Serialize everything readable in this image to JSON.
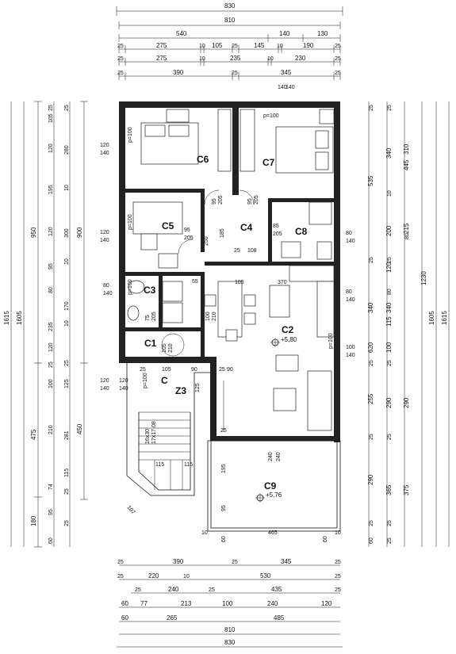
{
  "rooms": {
    "c6": "C6",
    "c7": "C7",
    "c5": "C5",
    "c4": "C4",
    "c8": "C8",
    "c3": "C3",
    "c2": "C2",
    "c1": "C1",
    "c": "C",
    "z3": "Z3",
    "c9": "C9"
  },
  "elevations": {
    "c2": "+5,80",
    "c9": "+5,76"
  },
  "stairs": {
    "spec": "16x30",
    "spec2": "17x17.08"
  },
  "dims_top": {
    "row1": {
      "total": "830"
    },
    "row2": {
      "a": "810"
    },
    "row3": {
      "a": "540",
      "b": "140",
      "c": "130"
    },
    "row4": {
      "a": "25",
      "b": "275",
      "c": "10",
      "d": "105",
      "e": "25",
      "f": "145",
      "g": "10",
      "h": "190",
      "i": "25"
    },
    "row5": {
      "a": "25",
      "b": "275",
      "c": "10",
      "d": "235",
      "e": "10",
      "f": "230",
      "g": "25"
    },
    "row6": {
      "a": "25",
      "b": "390",
      "c": "25",
      "d": "345",
      "e": "25"
    }
  },
  "dims_bottom": {
    "row1": {
      "a": "25",
      "b": "390",
      "c": "25",
      "d": "345",
      "e": "25"
    },
    "row2": {
      "a": "25",
      "b": "220",
      "c": "10",
      "d": "530",
      "e": "25"
    },
    "row3": {
      "a": "25",
      "b": "240",
      "c": "25",
      "d": "435",
      "e": "25"
    },
    "row4": {
      "a": "60",
      "b": "77",
      "c": "213",
      "d": "100",
      "e": "240",
      "f": "120"
    },
    "row5": {
      "a": "60",
      "b": "265",
      "c": "485"
    },
    "row6": {
      "a": "810"
    },
    "row7": {
      "total": "830"
    }
  },
  "dims_left": {
    "outer": {
      "a": "1615",
      "b": "1605"
    },
    "col3": {
      "a": "950",
      "b": "475",
      "c": "180"
    },
    "col4": {
      "a": "25",
      "b": "105",
      "c": "120",
      "d": "195",
      "e": "120",
      "f": "95",
      "g": "80",
      "h": "235",
      "i": "120",
      "j": "25",
      "k": "100",
      "l": "210",
      "m": "74",
      "n": "95",
      "o": "60"
    },
    "col5": {
      "a": "25",
      "b": "280",
      "c": "10",
      "d": "300",
      "e": "10",
      "f": "170",
      "g": "10",
      "h": "25",
      "i": "125",
      "j": "281",
      "k": "115",
      "l": "25",
      "m": "25"
    },
    "col6": {
      "a": "900",
      "b": "450"
    }
  },
  "dims_right": {
    "outer": {
      "a": "1615",
      "b": "1605"
    },
    "col1": {
      "a": "25",
      "b": "535",
      "c": "25",
      "d": "340",
      "e": "620",
      "f": "25",
      "g": "255",
      "h": "25",
      "i": "290",
      "j": "25",
      "k": "60"
    },
    "col2": {
      "a": "25",
      "b": "340",
      "c": "10",
      "d": "200",
      "e": "25",
      "f": "120",
      "g": "80",
      "h": "340",
      "i": "115",
      "j": "100",
      "k": "25",
      "l": "290",
      "m": "25",
      "n": "365",
      "o": "25",
      "p": "25"
    },
    "col3": {
      "a": "445",
      "b": "310",
      "c": "215",
      "d": "80",
      "e": "290",
      "f": "375"
    },
    "col4": {
      "a": "1230"
    }
  },
  "openings": {
    "w1a": "120",
    "w1b": "140",
    "p1": "p=100",
    "w2a": "140",
    "w2b": "140",
    "p2": "p=100",
    "w3a": "120",
    "w3b": "140",
    "p3": "p=100",
    "w4a": "80",
    "w4b": "140",
    "p4": "p=100",
    "w5a": "80",
    "w5b": "140",
    "w6a": "80",
    "w6b": "140",
    "w7a": "100",
    "w7b": "140",
    "p7": "p=100",
    "w8a": "120",
    "w8b": "140",
    "w9a": "120",
    "w9b": "140",
    "p9": "p=100",
    "d1a": "95",
    "d1b": "205",
    "d2a": "95",
    "d2b": "205",
    "d3a": "95",
    "d3b": "205",
    "d4a": "85",
    "d4b": "205",
    "d5a": "75",
    "d5b": "205",
    "d6a": "105",
    "d6b": "210",
    "d7a": "100",
    "d7b": "210",
    "int_250": "250",
    "int_185": "185",
    "int_25": "25",
    "int_108": "108",
    "int_55": "55",
    "int_105": "105",
    "int_370": "370",
    "int_25b": "25",
    "int_105b": "105",
    "int_90": "90",
    "int_25c": "25",
    "int_90b": "90",
    "int_125": "125",
    "int_240a": "240",
    "int_240b": "240",
    "int_195": "195",
    "int_95": "95",
    "int_465": "465",
    "int_10a": "10",
    "int_60": "60",
    "int_10b": "10",
    "int_60b": "60",
    "int_115a": "115",
    "int_115b": "115",
    "int_107": "107",
    "int_25d": "25"
  }
}
